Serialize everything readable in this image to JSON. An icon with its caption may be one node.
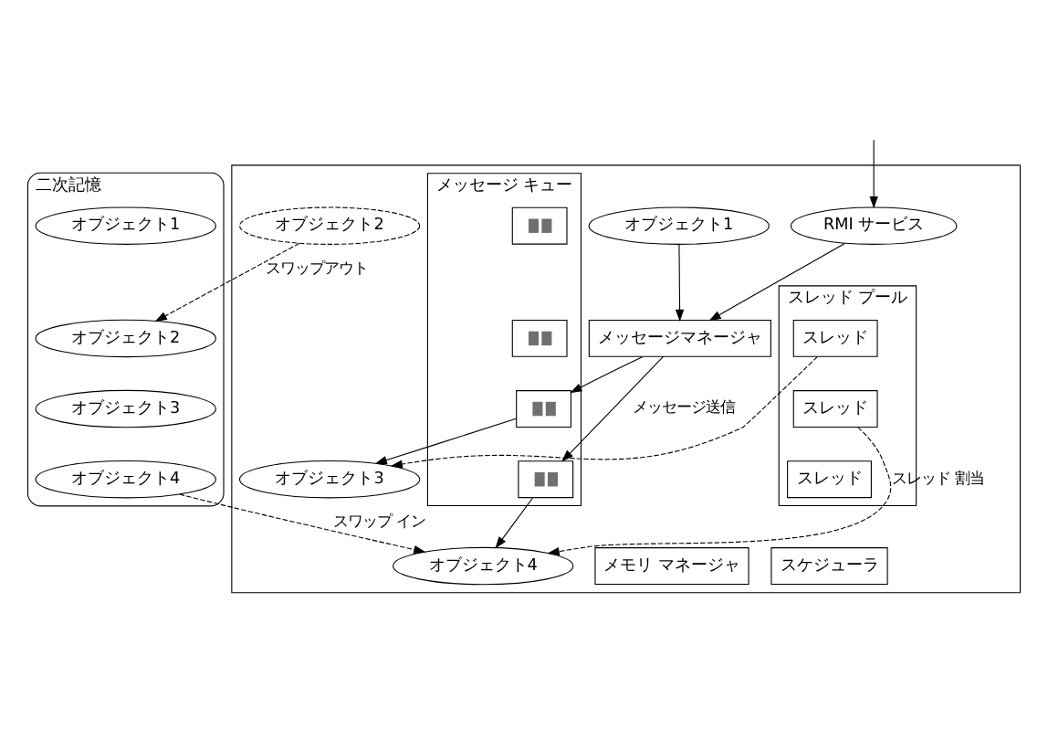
{
  "diagram": {
    "nodes": [
      {
        "text": [],
        "shape": "box"
      },
      {
        "text": [
          "RMI サービス"
        ],
        "in": 0
      },
      {
        "text": [
          "オブジェクト1"
        ],
        "in": 0
      },
      {
        "text": [
          "オブジェクト3"
        ],
        "in": 0
      },
      {
        "text": [
          "オブジェクト2"
        ],
        "in": 0
      },
      {
        "text": [
          "オブジェクト4"
        ],
        "in": 0
      },
      {
        "text": [
          "メッセージマネージャ"
        ],
        "in": 0
      },
      {
        "text": [
          "メッセージ キュー"
        ],
        "in": 0
      },
      {
        "text": [],
        "shape": "box",
        "in": 7
      },
      {
        "text": [],
        "shape": "box",
        "in": 7
      },
      {
        "text": [],
        "shape": "box",
        "in": 7
      },
      {
        "text": [],
        "shape": "box",
        "in": 7
      },
      {
        "text": [
          "スレッド プール"
        ],
        "in": 0
      },
      {
        "text": [
          "スレッド"
        ],
        "in": 12
      },
      {
        "text": [
          "スレッド"
        ],
        "in": 12
      },
      {
        "text": [
          "スレッド"
        ],
        "in": 12
      },
      {
        "text": [
          "メモリ マネージャ"
        ],
        "in": 0
      },
      {
        "text": [
          "スケジューラ"
        ],
        "in": 0
      },
      {
        "text": [
          "二次記憶"
        ]
      },
      {
        "text": [
          "オブジェクト1"
        ],
        "in": 18
      },
      {
        "text": [
          "オブジェクト2"
        ],
        "in": 18
      },
      {
        "text": [
          "オブジェクト3"
        ],
        "in": 18
      },
      {
        "text": [
          "オブジェクト4"
        ],
        "in": 18
      }
    ],
    "edges": [
      {
        "from": null,
        "to": 1,
        "arrow": "to"
      },
      {
        "from": 1,
        "to": 6,
        "arrow": "to"
      },
      {
        "from": 2,
        "to": 6,
        "arrow": "to"
      },
      {
        "from": 6,
        "to": 11,
        "arrow": "to",
        "label": "メッセージ送信"
      },
      {
        "from": 6,
        "to": 10,
        "arrow": "to"
      },
      {
        "from": 10,
        "to": 3,
        "arrow": "to"
      },
      {
        "from": 11,
        "to": 5,
        "arrow": "to"
      },
      {
        "from": 13,
        "to": 3,
        "arrow": "to",
        "style": "dashed"
      },
      {
        "from": 14,
        "to": 5,
        "arrow": "to",
        "style": "dashed",
        "label": "スレッド 割当"
      },
      {
        "from": 4,
        "to": 20,
        "arrow": "to",
        "style": "dashed",
        "label": "スワップアウト"
      },
      {
        "from": 22,
        "to": 5,
        "arrow": "to",
        "style": "dashed",
        "label": "スワップ イン"
      }
    ]
  }
}
